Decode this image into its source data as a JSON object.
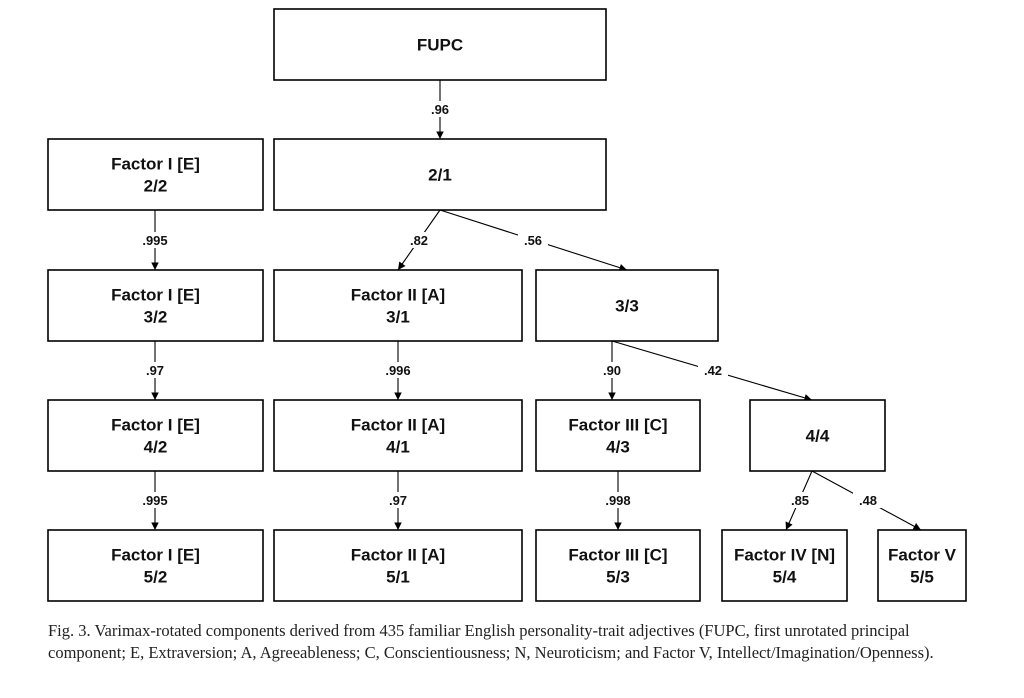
{
  "diagram": {
    "nodes": [
      {
        "id": "fupc",
        "lines": [
          "FUPC"
        ]
      },
      {
        "id": "n21",
        "lines": [
          "2/1"
        ]
      },
      {
        "id": "n22",
        "lines": [
          "Factor I [E]",
          "2/2"
        ]
      },
      {
        "id": "n32",
        "lines": [
          "Factor I [E]",
          "3/2"
        ]
      },
      {
        "id": "n31",
        "lines": [
          "Factor II [A]",
          "3/1"
        ]
      },
      {
        "id": "n33",
        "lines": [
          "3/3"
        ]
      },
      {
        "id": "n42",
        "lines": [
          "Factor I [E]",
          "4/2"
        ]
      },
      {
        "id": "n41",
        "lines": [
          "Factor II [A]",
          "4/1"
        ]
      },
      {
        "id": "n43",
        "lines": [
          "Factor III [C]",
          "4/3"
        ]
      },
      {
        "id": "n44",
        "lines": [
          "4/4"
        ]
      },
      {
        "id": "n52",
        "lines": [
          "Factor I [E]",
          "5/2"
        ]
      },
      {
        "id": "n51",
        "lines": [
          "Factor II [A]",
          "5/1"
        ]
      },
      {
        "id": "n53",
        "lines": [
          "Factor III [C]",
          "5/3"
        ]
      },
      {
        "id": "n54",
        "lines": [
          "Factor IV [N]",
          "5/4"
        ]
      },
      {
        "id": "n55",
        "lines": [
          "Factor V",
          "5/5"
        ]
      }
    ],
    "edges": [
      {
        "from": "fupc",
        "to": "n21",
        "label": ".96"
      },
      {
        "from": "n22",
        "to": "n32",
        "label": ".995"
      },
      {
        "from": "n21",
        "to": "n31",
        "label": ".82"
      },
      {
        "from": "n21",
        "to": "n33",
        "label": ".56"
      },
      {
        "from": "n32",
        "to": "n42",
        "label": ".97"
      },
      {
        "from": "n31",
        "to": "n41",
        "label": ".996"
      },
      {
        "from": "n33",
        "to": "n43",
        "label": ".90"
      },
      {
        "from": "n33",
        "to": "n44",
        "label": ".42"
      },
      {
        "from": "n42",
        "to": "n52",
        "label": ".995"
      },
      {
        "from": "n41",
        "to": "n51",
        "label": ".97"
      },
      {
        "from": "n43",
        "to": "n53",
        "label": ".998"
      },
      {
        "from": "n44",
        "to": "n54",
        "label": ".85"
      },
      {
        "from": "n44",
        "to": "n55",
        "label": ".48"
      }
    ]
  },
  "caption": "Fig. 3. Varimax-rotated components derived from 435 familiar English personality-trait adjectives (FUPC, first unrotated principal component; E, Extraversion; A, Agreeableness; C, Conscientiousness; N, Neuroticism; and Factor V, Intellect/Imagination/Openness)."
}
